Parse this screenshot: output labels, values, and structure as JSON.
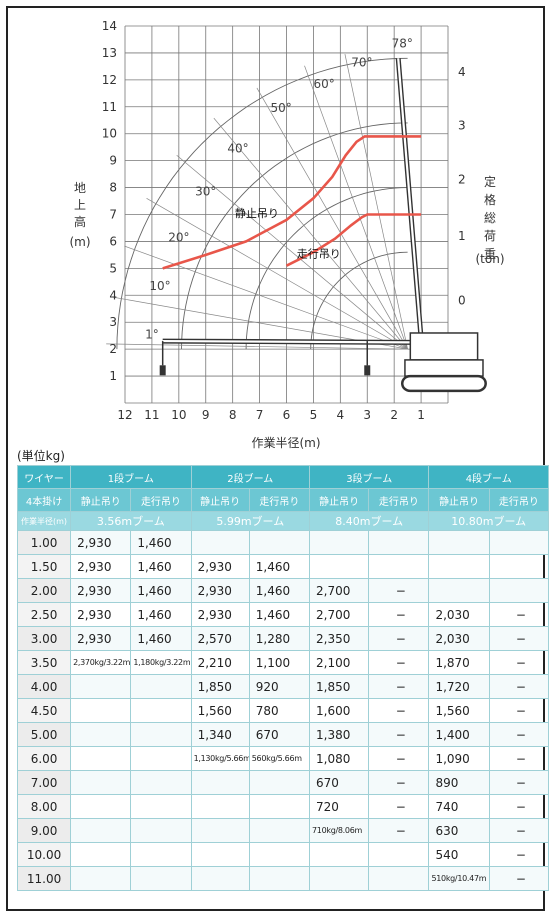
{
  "chart_data": {
    "type": "line",
    "title": "",
    "xlabel": "作業半径(m)",
    "ylabel": "地上高(m)",
    "right_ylabel": "定格総荷重",
    "right_unit": "(ton)",
    "xlim": [
      12,
      0
    ],
    "ylim": [
      0,
      14
    ],
    "x_ticks": [
      "12",
      "11",
      "10",
      "9",
      "8",
      "7",
      "6",
      "5",
      "4",
      "3",
      "2",
      "1"
    ],
    "y_ticks": [
      "1",
      "2",
      "3",
      "4",
      "5",
      "6",
      "7",
      "8",
      "9",
      "10",
      "11",
      "12",
      "13",
      "14"
    ],
    "right_ticks": [
      "0",
      "1",
      "2",
      "3",
      "4"
    ],
    "boom_angles": [
      "1°",
      "10°",
      "20°",
      "30°",
      "40°",
      "50°",
      "60°",
      "70°",
      "78°"
    ],
    "series": [
      {
        "name": "静止吊り",
        "color": "#e8564a",
        "points": [
          [
            10.6,
            5.0
          ],
          [
            9.0,
            5.5
          ],
          [
            7.5,
            6.0
          ],
          [
            6.0,
            6.8
          ],
          [
            5.0,
            7.6
          ],
          [
            4.3,
            8.4
          ],
          [
            3.8,
            9.2
          ],
          [
            3.4,
            9.7
          ],
          [
            3.1,
            9.9
          ],
          [
            2.0,
            9.9
          ],
          [
            1.0,
            9.9
          ]
        ]
      },
      {
        "name": "走行吊り",
        "color": "#e8564a",
        "points": [
          [
            6.0,
            5.1
          ],
          [
            5.0,
            5.6
          ],
          [
            4.2,
            6.1
          ],
          [
            3.6,
            6.6
          ],
          [
            3.2,
            6.9
          ],
          [
            3.0,
            7.0
          ],
          [
            2.0,
            7.0
          ],
          [
            1.0,
            7.0
          ]
        ]
      }
    ]
  },
  "table": {
    "unit": "(単位kg)",
    "corner": [
      "ワイヤー",
      "4本掛け",
      "作業半径(m)"
    ],
    "booms": [
      {
        "name": "1段ブーム",
        "length": "3.56mブーム"
      },
      {
        "name": "2段ブーム",
        "length": "5.99mブーム"
      },
      {
        "name": "3段ブーム",
        "length": "8.40mブーム"
      },
      {
        "name": "4段ブーム",
        "length": "10.80mブーム"
      }
    ],
    "sub_headers": [
      "静止吊り",
      "走行吊り"
    ],
    "rows": [
      [
        "1.00",
        "2,930",
        "1,460",
        "",
        "",
        "",
        "",
        "",
        ""
      ],
      [
        "1.50",
        "2,930",
        "1,460",
        "2,930",
        "1,460",
        "",
        "",
        "",
        ""
      ],
      [
        "2.00",
        "2,930",
        "1,460",
        "2,930",
        "1,460",
        "2,700",
        "−",
        "",
        ""
      ],
      [
        "2.50",
        "2,930",
        "1,460",
        "2,930",
        "1,460",
        "2,700",
        "−",
        "2,030",
        "−"
      ],
      [
        "3.00",
        "2,930",
        "1,460",
        "2,570",
        "1,280",
        "2,350",
        "−",
        "2,030",
        "−"
      ],
      [
        "3.50",
        "2,370kg/3.22m",
        "1,180kg/3.22m",
        "2,210",
        "1,100",
        "2,100",
        "−",
        "1,870",
        "−"
      ],
      [
        "4.00",
        "",
        "",
        "1,850",
        "920",
        "1,850",
        "−",
        "1,720",
        "−"
      ],
      [
        "4.50",
        "",
        "",
        "1,560",
        "780",
        "1,600",
        "−",
        "1,560",
        "−"
      ],
      [
        "5.00",
        "",
        "",
        "1,340",
        "670",
        "1,380",
        "−",
        "1,400",
        "−"
      ],
      [
        "6.00",
        "",
        "",
        "1,130kg/5.66m",
        "560kg/5.66m",
        "1,080",
        "−",
        "1,090",
        "−"
      ],
      [
        "7.00",
        "",
        "",
        "",
        "",
        "670",
        "−",
        "890",
        "−"
      ],
      [
        "8.00",
        "",
        "",
        "",
        "",
        "720",
        "−",
        "740",
        "−"
      ],
      [
        "9.00",
        "",
        "",
        "",
        "",
        "710kg/8.06m",
        "−",
        "630",
        "−"
      ],
      [
        "10.00",
        "",
        "",
        "",
        "",
        "",
        "",
        "540",
        "−"
      ],
      [
        "11.00",
        "",
        "",
        "",
        "",
        "",
        "",
        "510kg/10.47m",
        "−"
      ]
    ]
  }
}
